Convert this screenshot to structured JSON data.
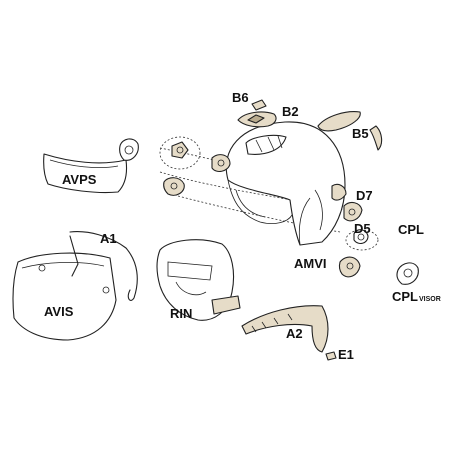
{
  "labels": {
    "b6": "B6",
    "b2": "B2",
    "b5": "B5",
    "avps": "AVPS",
    "d7": "D7",
    "d5": "D5",
    "cpl": "CPL",
    "cpl_visor_main": "CPL",
    "cpl_visor_sub": "VISOR",
    "a1": "A1",
    "amvi": "AMVI",
    "avis": "AVIS",
    "rin": "RIN",
    "a2": "A2",
    "e1": "E1"
  },
  "colors": {
    "part_fill": "#e6dcc8",
    "part_dark": "#b9ab8e",
    "line": "#222222",
    "background": "#ffffff"
  }
}
